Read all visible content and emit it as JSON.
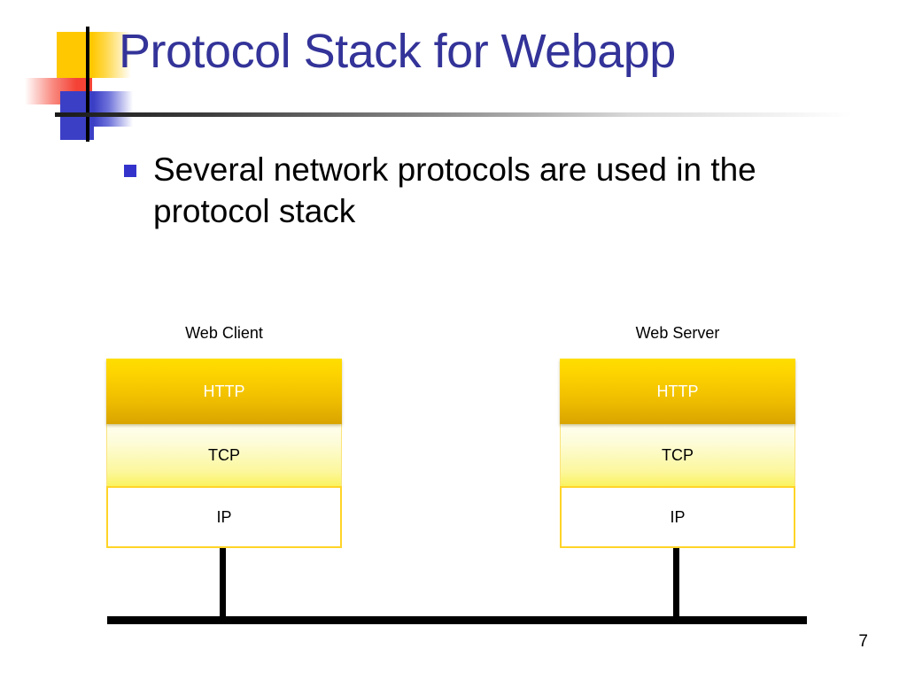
{
  "slide": {
    "title": "Protocol Stack for Webapp",
    "page_number": "7",
    "title_color": "#333399",
    "bullet_color": "#3333CC",
    "background": "#ffffff"
  },
  "body": {
    "bullets": [
      {
        "text": "Several network protocols are used in the protocol stack"
      }
    ]
  },
  "diagram": {
    "nodes": [
      {
        "label": "Web Client",
        "layers": [
          {
            "name": "HTTP",
            "fill": "#F0BE00",
            "text_color": "#FFFFFF"
          },
          {
            "name": "TCP",
            "fill": "#FCF79A",
            "text_color": "#000000"
          },
          {
            "name": "IP",
            "fill": "#FFFFFF",
            "text_color": "#000000"
          }
        ]
      },
      {
        "label": "Web Server",
        "layers": [
          {
            "name": "HTTP",
            "fill": "#F0BE00",
            "text_color": "#FFFFFF"
          },
          {
            "name": "TCP",
            "fill": "#FCF79A",
            "text_color": "#000000"
          },
          {
            "name": "IP",
            "fill": "#FFFFFF",
            "text_color": "#000000"
          }
        ]
      }
    ],
    "link_color": "#000000",
    "border_color": "#FFD427"
  }
}
